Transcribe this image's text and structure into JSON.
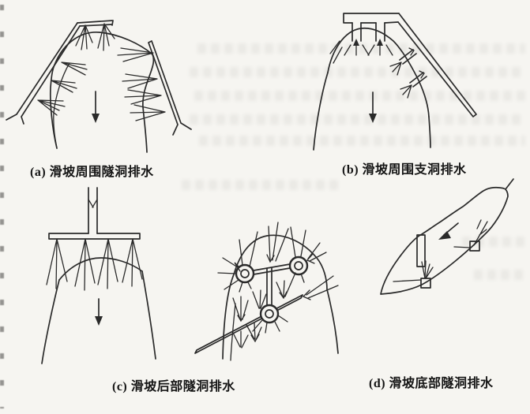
{
  "meta": {
    "background_color": "#f6f5f1",
    "line_color": "#2a2a2a",
    "text_color": "#141414"
  },
  "panels": [
    {
      "id": "a",
      "caption": "(a) 滑坡周围隧洞排水"
    },
    {
      "id": "b",
      "caption": "(b) 滑坡周围支洞排水"
    },
    {
      "id": "c",
      "caption": "(c) 滑坡后部隧洞排水"
    },
    {
      "id": "d",
      "caption": "(d) 滑坡底部隧洞排水"
    }
  ]
}
